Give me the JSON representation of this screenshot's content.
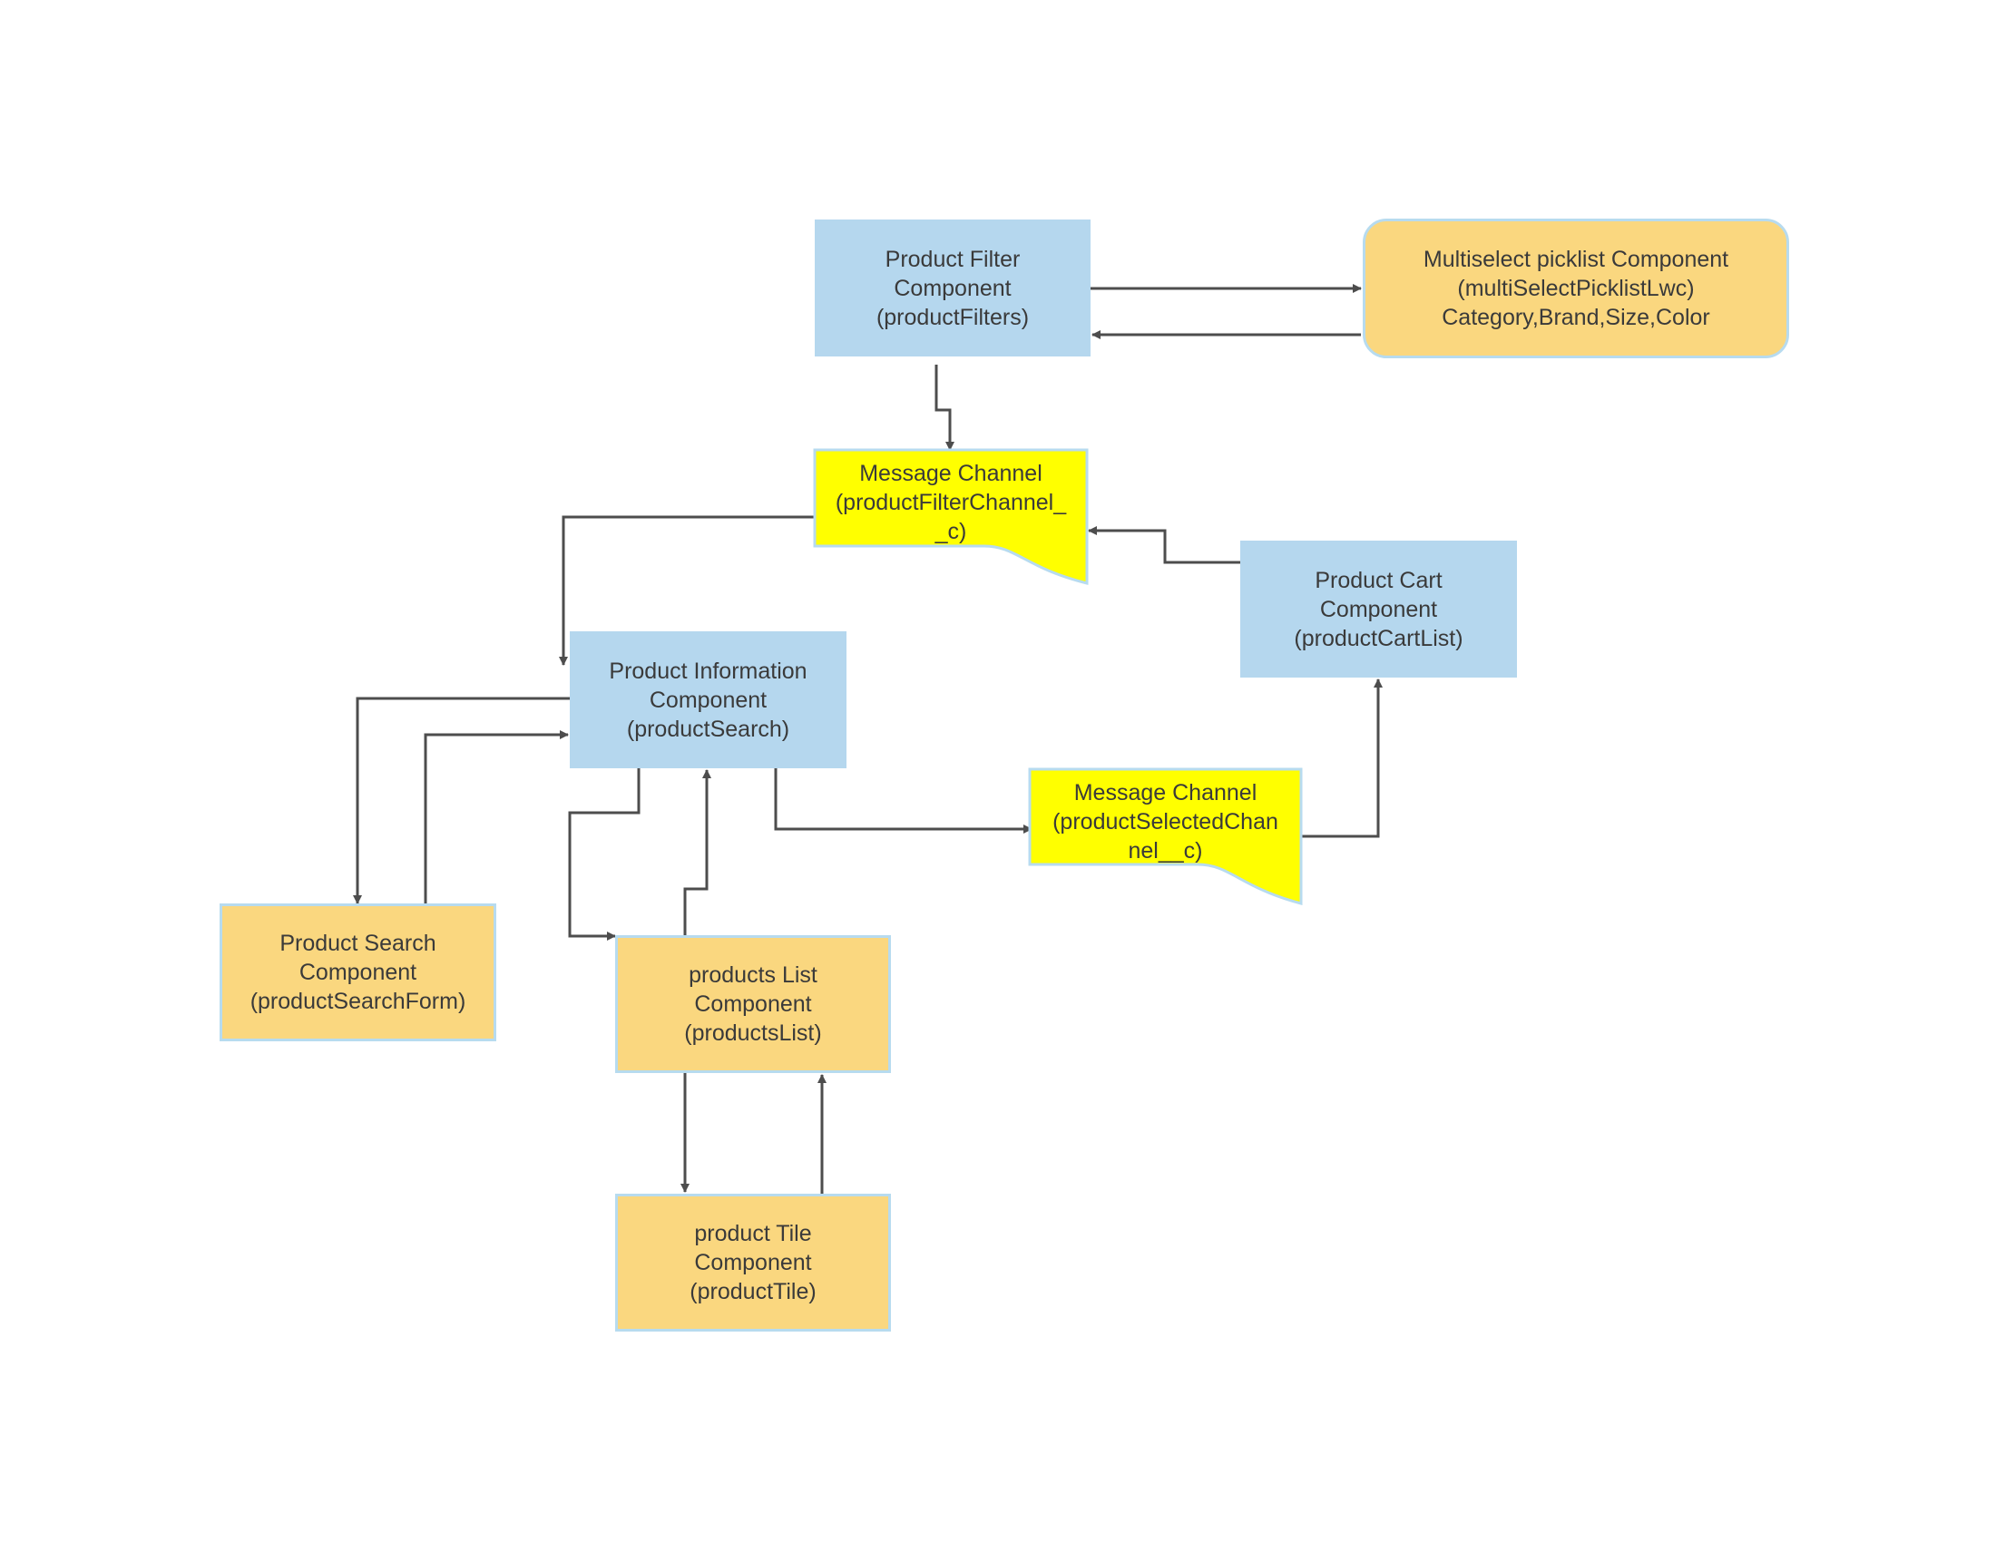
{
  "nodes": {
    "product_filter": {
      "lines": [
        "Product Filter",
        "Component",
        "(productFilters)"
      ]
    },
    "multiselect": {
      "lines": [
        "Multiselect picklist Component",
        "(multiSelectPicklistLwc)",
        "Category,Brand,Size,Color"
      ]
    },
    "filter_channel": {
      "lines": [
        "Message Channel",
        "(productFilterChannel_",
        "_c)"
      ]
    },
    "product_cart": {
      "lines": [
        "Product Cart",
        "Component",
        "(productCartList)"
      ]
    },
    "product_info": {
      "lines": [
        "Product Information",
        "Component",
        "(productSearch)"
      ]
    },
    "selected_channel": {
      "lines": [
        "Message Channel",
        "(productSelectedChan",
        "nel__c)"
      ]
    },
    "product_search": {
      "lines": [
        "Product Search",
        "Component",
        "(productSearchForm)"
      ]
    },
    "products_list": {
      "lines": [
        "products List",
        "Component",
        "(productsList)"
      ]
    },
    "product_tile": {
      "lines": [
        "product Tile",
        "Component",
        "(productTile)"
      ]
    }
  },
  "colors": {
    "component_blue": "#b5d7ee",
    "component_orange": "#fad77f",
    "channel_yellow": "#ffff00",
    "border_blue": "#b7dbef",
    "arrow": "#4d4d4d"
  }
}
